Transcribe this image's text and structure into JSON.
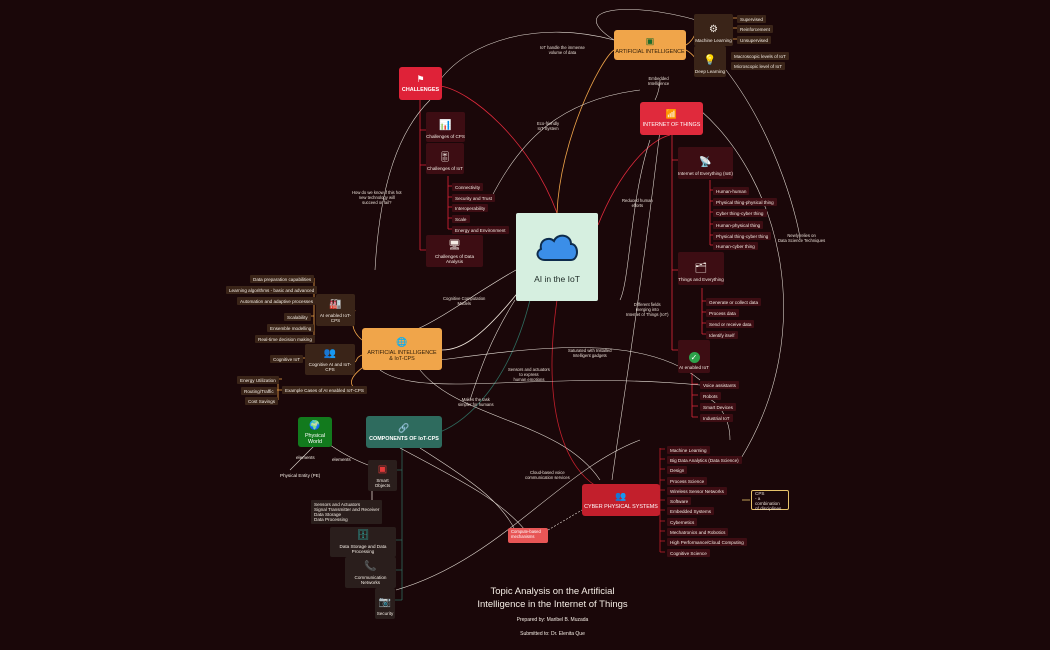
{
  "title": "Topic Analysis on the Artificial\nIntelligence in the Internet of Things",
  "prepared_by": "Prepared by: Maribel B. Muzada",
  "submitted_to": "Submitted to: Dr. Elenita Que",
  "central": {
    "label": "AI in the IoT",
    "icon": "cloud-icon"
  },
  "ai": {
    "label": "ARTIFICIAL INTELLIGENCE",
    "ml": {
      "label": "Machine Learning",
      "items": [
        "Supervised",
        "Reinforcement",
        "Unsupervised"
      ]
    },
    "dl": {
      "label": "Deep Learning",
      "items": [
        "Macroscopic levels of IoT",
        "Microscopic level of IoT"
      ]
    }
  },
  "iot": {
    "label": "INTERNET OF THINGS",
    "ioe": {
      "label": "Internet of Everything (IoE)",
      "items": [
        "Human-human",
        "Physical thing-physical thing",
        "Cyber thing-cyber thing",
        "Human-physical thing",
        "Physical thing-cyber thing",
        "Human-cyber thing"
      ]
    },
    "things": {
      "label": "Things and Everything",
      "items": [
        "Generate or collect data",
        "Process data",
        "Send or receive data",
        "Identify itself"
      ]
    },
    "ai_iot": {
      "label": "AI enabled IoT",
      "items": [
        "Voice assistants",
        "Robots",
        "Smart Devices",
        "Industrial IoT"
      ]
    }
  },
  "challenges": {
    "label": "CHALLENGES",
    "cps": "Challenges of CPS",
    "iot": {
      "label": "Challenges of IoT",
      "items": [
        "Connectivity",
        "Security and Trust",
        "Interoperability",
        "Scale",
        "Energy and Environment"
      ]
    },
    "da": "Challenges of Data Analysis"
  },
  "aicps": {
    "label": "ARTIFICIAL INTELLIGENCE & IoT-CPS",
    "enabled": {
      "label": "AI enabled IoT-CPS",
      "items": [
        "Data preparation capabilities",
        "Learning algorithms - basic and advanced",
        "Automation and adaptive processes",
        "Scalability",
        "Ensemble modelling",
        "Real-time decision making"
      ]
    },
    "cognitive": {
      "label": "Cognitive AI and IoT-CPS",
      "items": [
        "Cognitive IoT"
      ]
    },
    "examples": {
      "label": "Example Cases of AI enabled IoT-CPS",
      "items": [
        "Energy Utilization",
        "Routing/Traffic",
        "Cost Savings"
      ]
    }
  },
  "components": {
    "label": "COMPONENTS OF IoT-CPS",
    "physical_world": "Physical World",
    "physical_entity": "Physical Entity (PE)",
    "elements1": "elements",
    "elements2": "elements",
    "smart": {
      "label": "Smart Objects",
      "items": [
        "Sensors and Actuators",
        "Signal Transmitter and Receiver",
        "Data Storage",
        "Data Processing"
      ]
    },
    "storage": "Data Storage and Data Processing",
    "comm": "Communication Networks",
    "security": "Security"
  },
  "cps": {
    "label": "CYBER PHYSICAL SYSTEMS",
    "items": [
      "Machine Learning",
      "Big Data Analytics (Data Science)",
      "Design",
      "Process Science",
      "Wireless Sensor Networks",
      "Software",
      "Embedded Systems",
      "Cybernetics",
      "Mechatronics and Robotics",
      "High Performance/Cloud Computing",
      "Cognitive Science"
    ],
    "combo": "CPS\n- a combination\nof disciplines"
  },
  "compute": "Compute-based\nmechanisms",
  "notes": {
    "handle": "IoT handle the immense\nvolume of data",
    "embedded": "Embedded\nIntelligence",
    "eco": "Eco-friendly\nIoT System",
    "how": "How do we know if this hot\nnew technology will\nsucceed or fail?",
    "newly": "Newly relies on\nData Science Techniques",
    "reduced": "Reduced human\nefforts",
    "cognitive_models": "Cognitive Computation\nModels",
    "different": "Different fields\nmerging into\nInternet of Things (IoT)",
    "saturated": "Saturated with Installed\nIntelligent gadgets",
    "sensors": "Sensors and actuators\nto express\nhuman emotions",
    "makes": "Makes the task\nsimpler for humans",
    "cloud": "Cloud-based voice\ncommunication services"
  },
  "colors": {
    "background": "#1a0709",
    "central": "#d6efe0",
    "ai": "#f0a54a",
    "iot": "#e02a3c",
    "challenges": "#df2238",
    "aicps": "#f0a54a",
    "components": "#2e6b5e",
    "cps": "#c21f2c",
    "compute": "#e85656",
    "physical": "#127a1d"
  }
}
